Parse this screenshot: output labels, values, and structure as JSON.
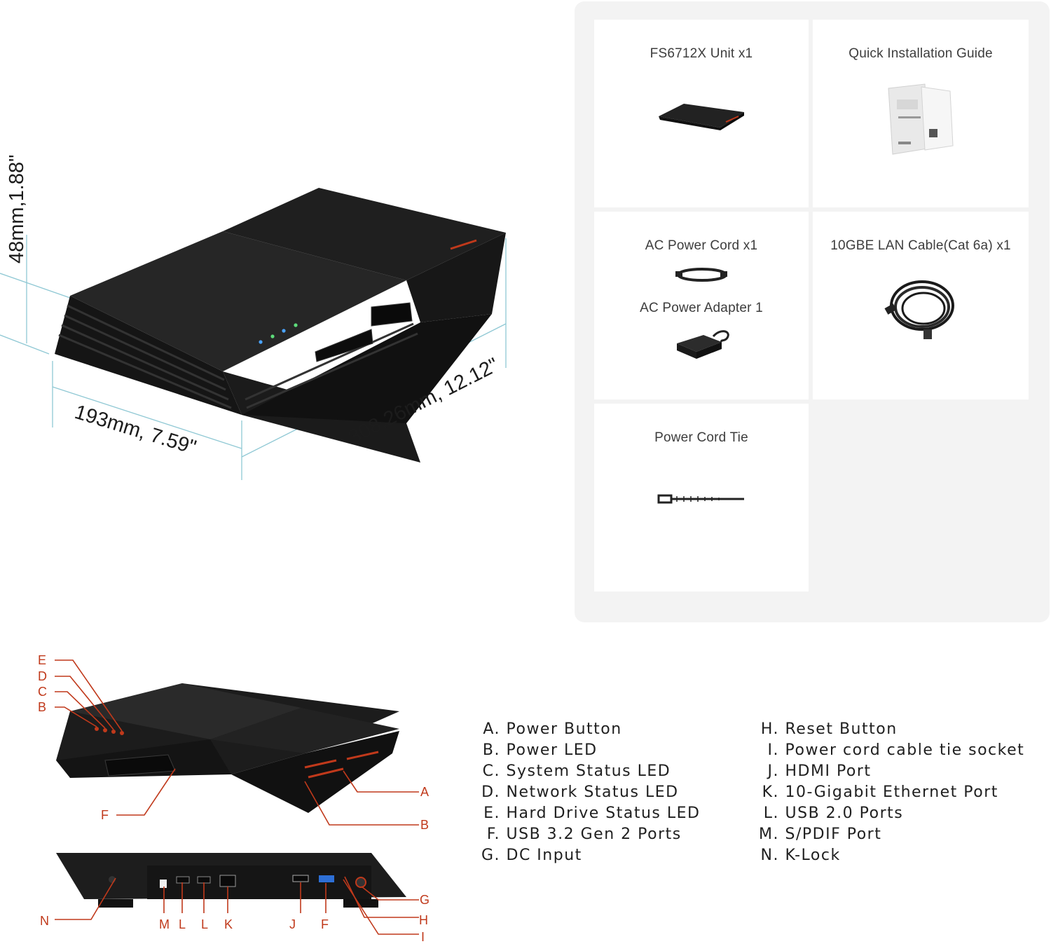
{
  "dimensions": {
    "height": "48mm,1.88\"",
    "width": "193mm, 7.59\"",
    "depth": "308.26mm, 12.12\""
  },
  "package_contents": [
    {
      "label": "FS6712X Unit x1",
      "icon": "nas-unit-icon"
    },
    {
      "label": "Quick Installation Guide",
      "icon": "guide-booklet-icon"
    },
    {
      "label": "AC Power Cord x1",
      "icon": "power-cord-icon",
      "label2": "AC Power Adapter 1",
      "icon2": "power-adapter-icon"
    },
    {
      "label": "10GBE LAN Cable(Cat 6a) x1",
      "icon": "lan-cable-icon"
    },
    {
      "label": "Power Cord Tie",
      "icon": "cable-tie-icon"
    }
  ],
  "callouts": {
    "front": [
      "E",
      "D",
      "C",
      "B",
      "F",
      "A",
      "B"
    ],
    "rear": [
      "N",
      "M",
      "L",
      "L",
      "K",
      "J",
      "F",
      "G",
      "H",
      "I"
    ]
  },
  "legend": {
    "left": [
      {
        "key": "A.",
        "text": "Power Button"
      },
      {
        "key": "B.",
        "text": "Power LED"
      },
      {
        "key": "C.",
        "text": "System Status LED"
      },
      {
        "key": "D.",
        "text": "Network Status LED"
      },
      {
        "key": "E.",
        "text": "Hard Drive Status LED"
      },
      {
        "key": "F.",
        "text": "USB 3.2 Gen 2 Ports"
      },
      {
        "key": "G.",
        "text": "DC Input"
      }
    ],
    "right": [
      {
        "key": "H.",
        "text": "Reset Button"
      },
      {
        "key": "I.",
        "text": "Power cord cable tie socket"
      },
      {
        "key": "J.",
        "text": "HDMI Port"
      },
      {
        "key": "K.",
        "text": "10-Gigabit Ethernet Port"
      },
      {
        "key": "L.",
        "text": "USB 2.0 Ports"
      },
      {
        "key": "M.",
        "text": "S/PDIF Port"
      },
      {
        "key": "N.",
        "text": "K-Lock"
      }
    ]
  },
  "colors": {
    "accent": "#c0391b",
    "dimension_line": "#8fc8d4",
    "device": "#1e1e1e",
    "panel_bg": "#f3f3f3"
  }
}
